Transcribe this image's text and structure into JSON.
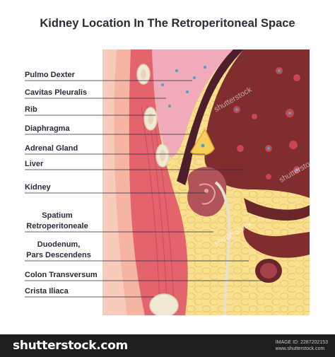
{
  "title": "Kidney Location In The Retroperitoneal Space",
  "labels": [
    {
      "id": "pulmo-dexter",
      "text": "Pulmo Dexter"
    },
    {
      "id": "cavitas-pleuralis",
      "text": "Cavitas Pleuralis"
    },
    {
      "id": "rib",
      "text": "Rib"
    },
    {
      "id": "diaphragma",
      "text": "Diaphragma"
    },
    {
      "id": "adrenal-gland",
      "text": "Adrenal Gland"
    },
    {
      "id": "liver",
      "text": "Liver"
    },
    {
      "id": "kidney",
      "text": "Kidney"
    },
    {
      "id": "spatium-line1",
      "text": "Spatium"
    },
    {
      "id": "spatium-line2",
      "text": "Retroperitoneale"
    },
    {
      "id": "duodenum-line1",
      "text": "Duodenum,"
    },
    {
      "id": "duodenum-line2",
      "text": "Pars Descendens"
    },
    {
      "id": "colon-transversum",
      "text": "Colon Transversum"
    },
    {
      "id": "crista-iliaca",
      "text": "Crista Iliaca"
    }
  ],
  "watermark": "shutterstock",
  "footer": {
    "brand": "shutterstock.com",
    "image_id": "IMAGE ID: 2287202153",
    "site": "www.shutterstock.com"
  },
  "colors": {
    "muscle": "#e3646d",
    "skin": "#f6b4a3",
    "lung": "#f1aab9",
    "liver": "#7f2d2f",
    "fat": "#f8e08e",
    "kidney": "#b1545a",
    "bone": "#f1e9d6",
    "diaphragm": "#4e1e2c"
  }
}
